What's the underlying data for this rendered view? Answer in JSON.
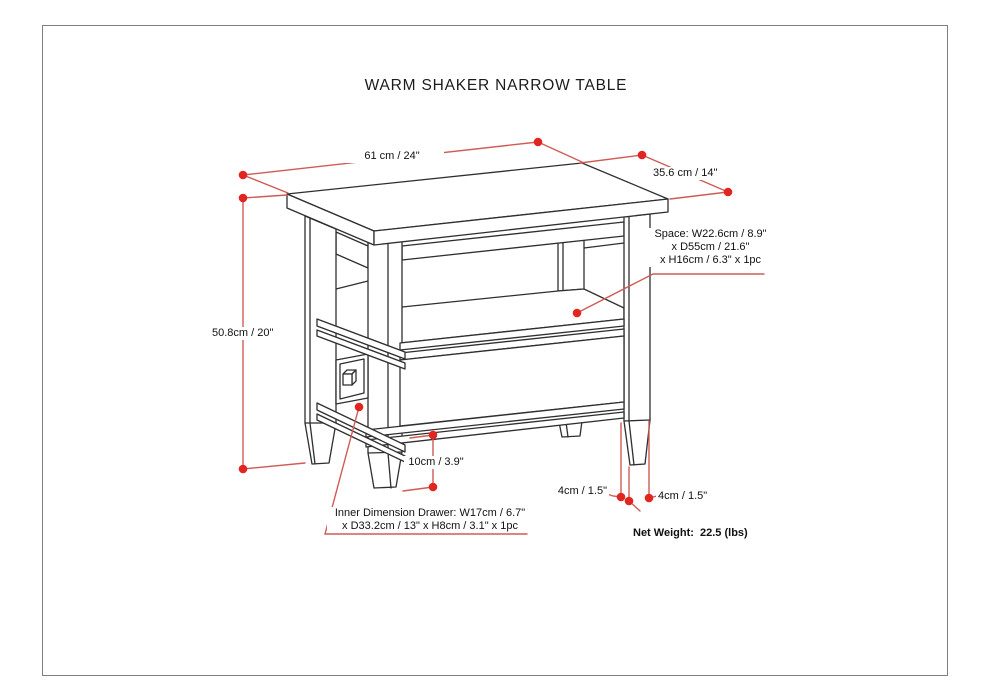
{
  "page": {
    "title": "WARM SHAKER NARROW TABLE"
  },
  "annotations": {
    "top_width": "61 cm / 24\"",
    "top_depth": "35.6 cm / 14\"",
    "height": "50.8cm / 20\"",
    "shelf_space": {
      "line1": "Space: W22.6cm / 8.9\"",
      "line2": "x D55cm / 21.6\"",
      "line3": "x H16cm / 6.3\" x 1pc"
    },
    "leg_clearance": "10cm / 3.9\"",
    "foot_width_left": "4cm / 1.5\"",
    "foot_width_right": "4cm / 1.5\"",
    "drawer": {
      "line1": "Inner Dimension Drawer: W17cm / 6.7\"",
      "line2": "x D33.2cm / 13\" x H8cm / 3.1\" x 1pc"
    },
    "net_weight": "Net Weight:  22.5 (lbs)"
  },
  "colors": {
    "dimension_line": "#cf5b56",
    "dimension_dot": "#e12520",
    "drawing_line": "#2f2f2f",
    "page_frame": "#7f7f7f"
  }
}
